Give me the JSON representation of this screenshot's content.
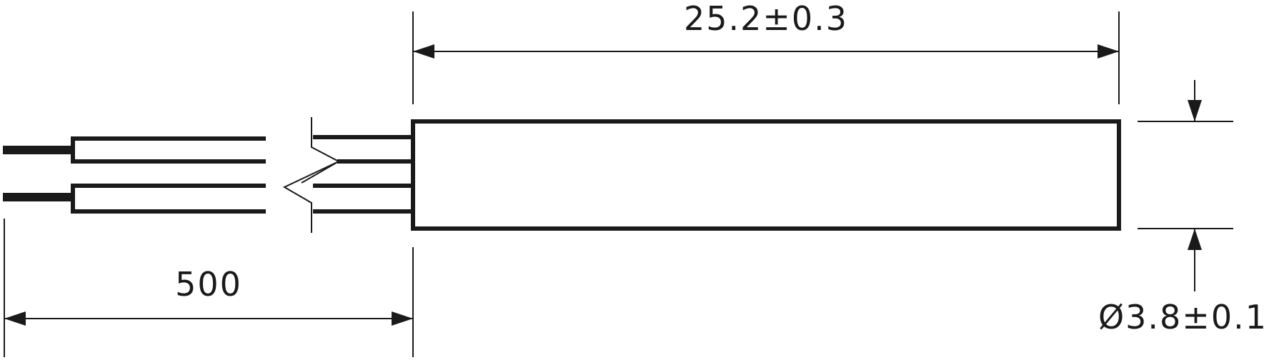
{
  "drawing": {
    "dimensions": {
      "body_length": "25.2±0.3",
      "lead_length": "500",
      "diameter": "Ø3.8±0.1"
    },
    "colors": {
      "line": "#1a1a1a",
      "background": "#ffffff"
    }
  }
}
